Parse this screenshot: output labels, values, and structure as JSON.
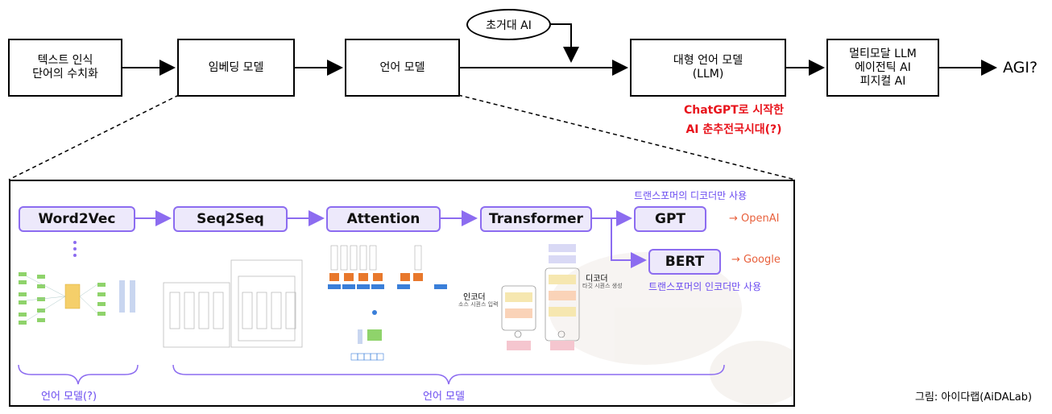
{
  "flow": {
    "box1": "텍스트 인식\n단어의 수치화",
    "box2": "임베딩 모델",
    "box3": "언어 모델",
    "oval": "초거대 AI",
    "box4": "대형 언어 모델\n(LLM)",
    "box5": "멀티모달 LLM\n에이전틱 AI\n피지컬 AI",
    "final": "AGI?"
  },
  "annotation": {
    "line1": "ChatGPT로 시작한",
    "line2": "AI 춘추전국시대(?)"
  },
  "inset": {
    "pills": [
      "Word2Vec",
      "Seq2Seq",
      "Attention",
      "Transformer",
      "GPT",
      "BERT"
    ],
    "gpt_note": "트랜스포머의 디코더만 사용",
    "bert_note": "트랜스포머의 인코더만 사용",
    "openai": "→ OpenAI",
    "google": "→ Google",
    "brace1_label": "언어 모델(?)",
    "brace2_label": "언어 모델",
    "tf_encoder_label": "인코더",
    "tf_encoder_sub": "소스 시퀀스 입력",
    "tf_decoder_label": "디코더",
    "tf_decoder_sub": "타깃 시퀀스 생성"
  },
  "credit": "그림: 아이다랩(AiDALab)",
  "colors": {
    "accent_purple": "#8c6cf0",
    "pill_fill": "#ede9fb",
    "red": "#e8141c",
    "orange": "#e8603c"
  }
}
